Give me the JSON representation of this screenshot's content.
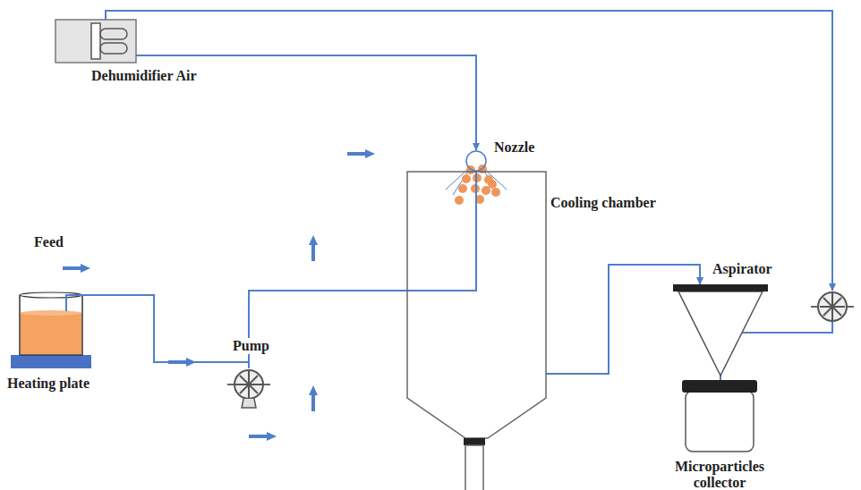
{
  "diagram": {
    "nodes": [
      {
        "text": [
          "Dehumidifier Air"
        ]
      },
      {
        "text": [
          "Nozzle"
        ]
      },
      {
        "text": [
          "Cooling chamber"
        ]
      },
      {
        "text": [
          "Aspirator"
        ]
      },
      {
        "text": [
          "Heating plate"
        ]
      },
      {
        "text": [
          "Pump"
        ]
      },
      {
        "text": [
          "Microparticles collector"
        ]
      }
    ],
    "edges": [
      {
        "from": 0,
        "to": 1,
        "arrow": "to"
      },
      {
        "from": 4,
        "to": 5,
        "arrow": "none"
      },
      {
        "from": 5,
        "to": 1,
        "arrow": "none"
      },
      {
        "from": 2,
        "to": 3,
        "arrow": "to"
      },
      {
        "from": 3,
        "to": 6,
        "arrow": "none"
      }
    ],
    "labels": [
      "Feed"
    ]
  }
}
